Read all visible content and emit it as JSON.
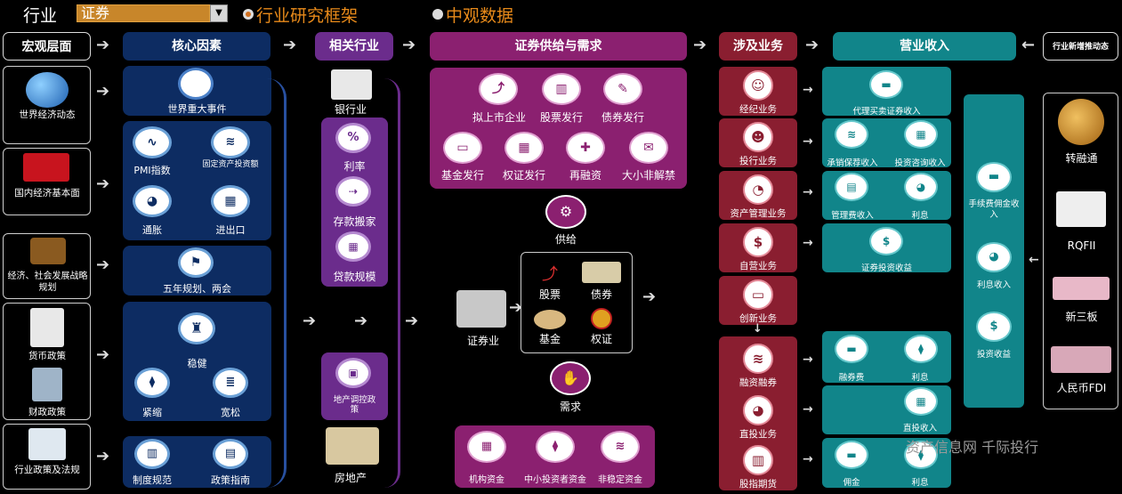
{
  "topbar": {
    "industry_label": "行业",
    "select_value": "证券",
    "radio_framework": "行业研究框架",
    "radio_mid": "中观数据"
  },
  "headers": {
    "macro": "宏观层面",
    "core": "核心因素",
    "related": "相关行业",
    "supply_demand": "证券供给与需求",
    "business": "涉及业务",
    "revenue": "营业收入",
    "new_drivers": "行业新增推动态"
  },
  "left": {
    "world": "世界经济动态",
    "domestic": "国内经济基本面",
    "plan": "经济、社会发展战略规划",
    "monetary": "货币政策",
    "fiscal": "财政政策",
    "industry_policy": "行业政策及法规"
  },
  "core": {
    "events": "世界重大事件",
    "pmi": "PMI指数",
    "fai": "固定资产投资额",
    "inflation": "通胀",
    "trade": "进出口",
    "fiveyear": "五年规划、两会",
    "stable": "稳健",
    "tight": "紧缩",
    "loose": "宽松",
    "rules": "制度规范",
    "guide": "政策指南"
  },
  "related": {
    "bank": "银行业",
    "rate": "利率",
    "deposit": "存款搬家",
    "loan": "贷款规模",
    "land": "地产调控政策",
    "estate": "房地产"
  },
  "supply": {
    "ipo": "拟上市企业",
    "stock_issue": "股票发行",
    "bond_issue": "债券发行",
    "fund_issue": "基金发行",
    "warrant_issue": "权证发行",
    "refinance": "再融资",
    "unlock": "大小非解禁",
    "supply_label": "供给",
    "industry": "证券业",
    "stock": "股票",
    "bond": "债券",
    "fund": "基金",
    "warrant": "权证",
    "demand_label": "需求",
    "inst": "机构资金",
    "retail": "中小投资者资金",
    "unstable": "非稳定资金"
  },
  "business": {
    "brokerage": "经纪业务",
    "ibank": "投行业务",
    "am": "资产管理业务",
    "prop": "自营业务",
    "innov": "创新业务",
    "margin": "融资融券",
    "direct": "直投业务",
    "futures": "股指期货"
  },
  "revenue": {
    "agency": "代理买卖证券收入",
    "underwriting": "承销保荐收入",
    "advisory": "投资咨询收入",
    "mgmt_fee": "管理费收入",
    "interest1": "利息",
    "sec_income": "证券投资收益",
    "margin_fee": "融券费",
    "interest2": "利息",
    "direct_income": "直投收入",
    "commission": "佣金",
    "interest3": "利息",
    "fee_income": "手续费佣金收入",
    "interest_income": "利息收入",
    "invest_income": "投资收益"
  },
  "drivers": {
    "zrt": "转融通",
    "rqfii": "RQFII",
    "neeq": "新三板",
    "fdi": "人民币FDI"
  },
  "watermark": "资产信息网 千际投行",
  "icons": {
    "arrow": "➔",
    "small_arrow": "→",
    "left_arrow": "←",
    "down_arrow": "↓",
    "dropdown": "▼"
  }
}
